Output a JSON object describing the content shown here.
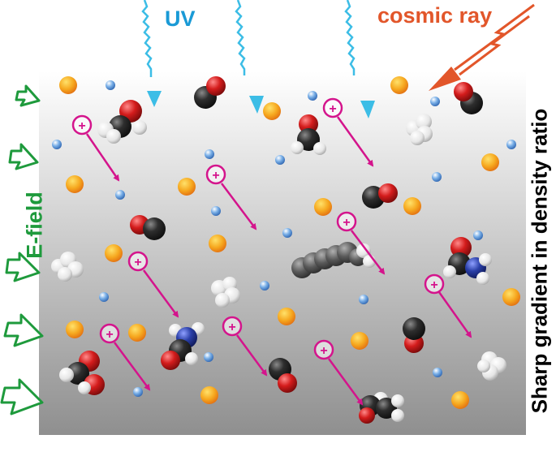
{
  "labels": {
    "uv": "UV",
    "cosmic_ray": "cosmic ray",
    "e_field": "E-field",
    "gradient": "Sharp gradient in density ratio"
  },
  "colors": {
    "uv": "#1a9ad6",
    "uv_arrow": "#3cbde6",
    "cosmic_ray": "#e2562a",
    "e_field": "#1e9a3c",
    "ion": "#d4148c",
    "carbon": "#2b2b2b",
    "oxygen": "#d01818",
    "nitrogen": "#243c9a",
    "hydrogen": "#e8e8e8",
    "dust_orange": "#f3a21c",
    "small_blue": "#3a78c8"
  },
  "ion_symbol": "+",
  "icons": [
    "uv-photon-arrow",
    "cosmic-ray-arrow",
    "e-field-arrow",
    "ion-marker",
    "co-molecule",
    "hydrogen-cluster",
    "formaldehyde-molecule",
    "formamide-molecule",
    "pah-molecule",
    "dust-grain",
    "small-particle"
  ]
}
